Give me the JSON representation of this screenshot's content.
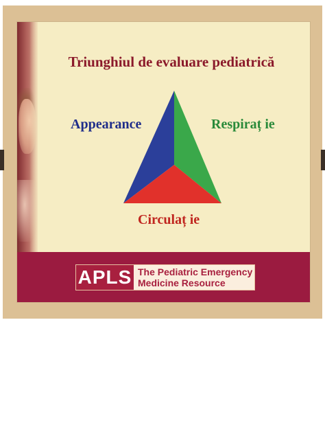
{
  "slide": {
    "title": "Triunghiul de evaluare pediatrică",
    "labels": {
      "appearance": "Appearance",
      "respiratie": "Respiraț ie",
      "circulatie": "Circulaț ie"
    },
    "colors": {
      "title": "#8b1a2b",
      "appearance": "#1f2d8a",
      "respiratie": "#2a8a3a",
      "circulatie": "#c0261f",
      "banner": "#9b1b40"
    }
  },
  "banner": {
    "logo_abbr": "APLS",
    "logo_line1": "The Pediatric Emergency",
    "logo_line2": "Medicine Resource"
  }
}
